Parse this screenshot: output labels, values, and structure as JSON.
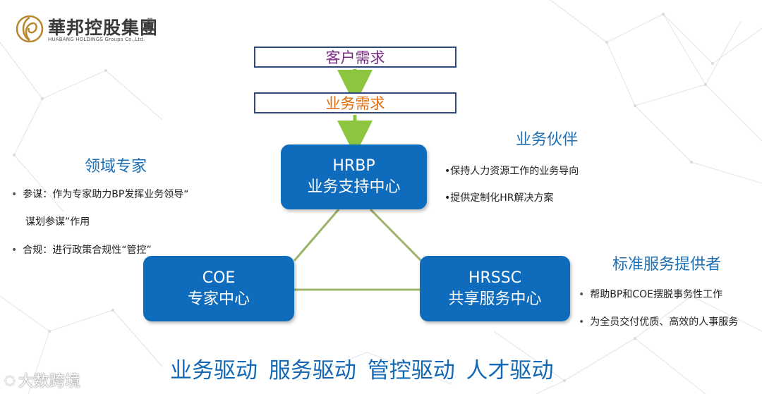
{
  "logo": {
    "name_cn": "華邦控股集團",
    "seal": "華邦",
    "name_en": "HUABANG HOLDINGS Groups Co.,Ltd."
  },
  "flow": {
    "customer_need": "客户需求",
    "business_need": "业务需求"
  },
  "nodes": {
    "hrbp": {
      "title": "HRBP",
      "subtitle": "业务支持中心"
    },
    "coe": {
      "title": "COE",
      "subtitle": "专家中心"
    },
    "hrssc": {
      "title": "HRSSC",
      "subtitle": "共享服务中心"
    }
  },
  "business_partner": {
    "heading": "业务伙伴",
    "items": [
      "•保持人力资源工作的业务导向",
      "•提供定制化HR解决方案"
    ]
  },
  "domain_expert": {
    "heading": "领域专家",
    "items": [
      "参谋：作为专家助力BP发挥业务领导“",
      "谋划参谋”作用",
      "合规：进行政策合规性“管控”"
    ]
  },
  "service_provider": {
    "heading": "标准服务提供者",
    "items": [
      "帮助BP和COE摆脱事务性工作",
      "为全员交付优质、高效的人事服务"
    ]
  },
  "motto": "业务驱动 服务驱动 管控驱动 人才驱动",
  "watermark": "大数跨境",
  "colors": {
    "node_fill": "#0f6cbd",
    "heading_blue": "#1f6fb4",
    "customer_text": "#7b2a86",
    "business_text": "#e36c0a",
    "arrow_green": "#8cc63e",
    "triangle_line": "#9bb46a",
    "box_border": "#2e4a7a"
  }
}
